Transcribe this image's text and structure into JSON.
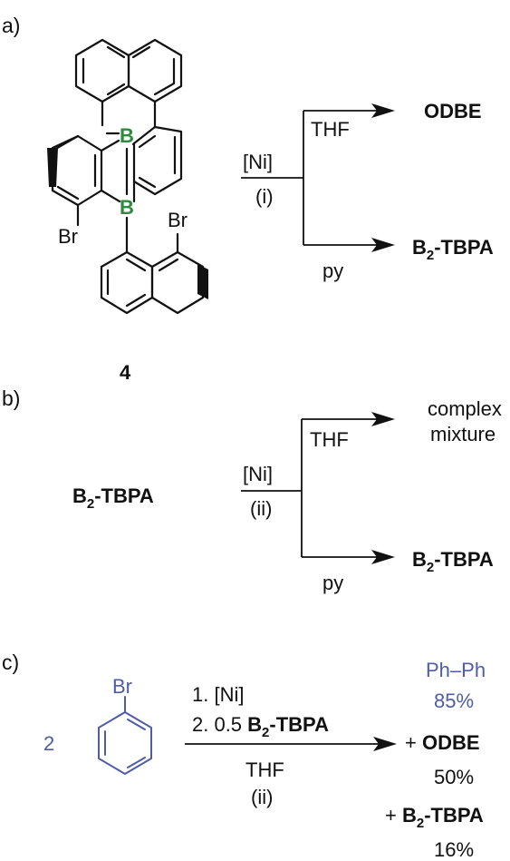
{
  "panel_a": {
    "label": "a)",
    "boron_atom": "B",
    "bromine_atom": "Br",
    "compound_number": "4",
    "reagent": "[Ni]",
    "condition": "(i)",
    "solvent_upper": "THF",
    "product_upper": "ODBE",
    "solvent_lower": "py",
    "product_lower": {
      "main": "B",
      "sub": "2",
      "rest": "-TBPA"
    }
  },
  "panel_b": {
    "label": "b)",
    "starting_material": {
      "main": "B",
      "sub": "2",
      "rest": "-TBPA"
    },
    "reagent": "[Ni]",
    "condition": "(ii)",
    "solvent_upper": "THF",
    "product_upper_line1": "complex",
    "product_upper_line2": "mixture",
    "solvent_lower": "py",
    "product_lower": {
      "main": "B",
      "sub": "2",
      "rest": "-TBPA"
    }
  },
  "panel_c": {
    "label": "c)",
    "coefficient": "2",
    "bromine_atom": "Br",
    "step1": "1. [Ni]",
    "step2_prefix": "2. 0.5 ",
    "step2_reagent": {
      "main": "B",
      "sub": "2",
      "rest": "-TBPA"
    },
    "solvent": "THF",
    "condition": "(ii)",
    "product1": "Ph–Ph",
    "yield1": "85%",
    "plus": "+ ",
    "product2": "ODBE",
    "yield2": "50%",
    "product3": {
      "main": "B",
      "sub": "2",
      "rest": "-TBPA"
    },
    "yield3": "16%"
  },
  "colors": {
    "boron": "#2e8b3e",
    "phenyl": "#4f5ca8",
    "ink": "#111111"
  }
}
